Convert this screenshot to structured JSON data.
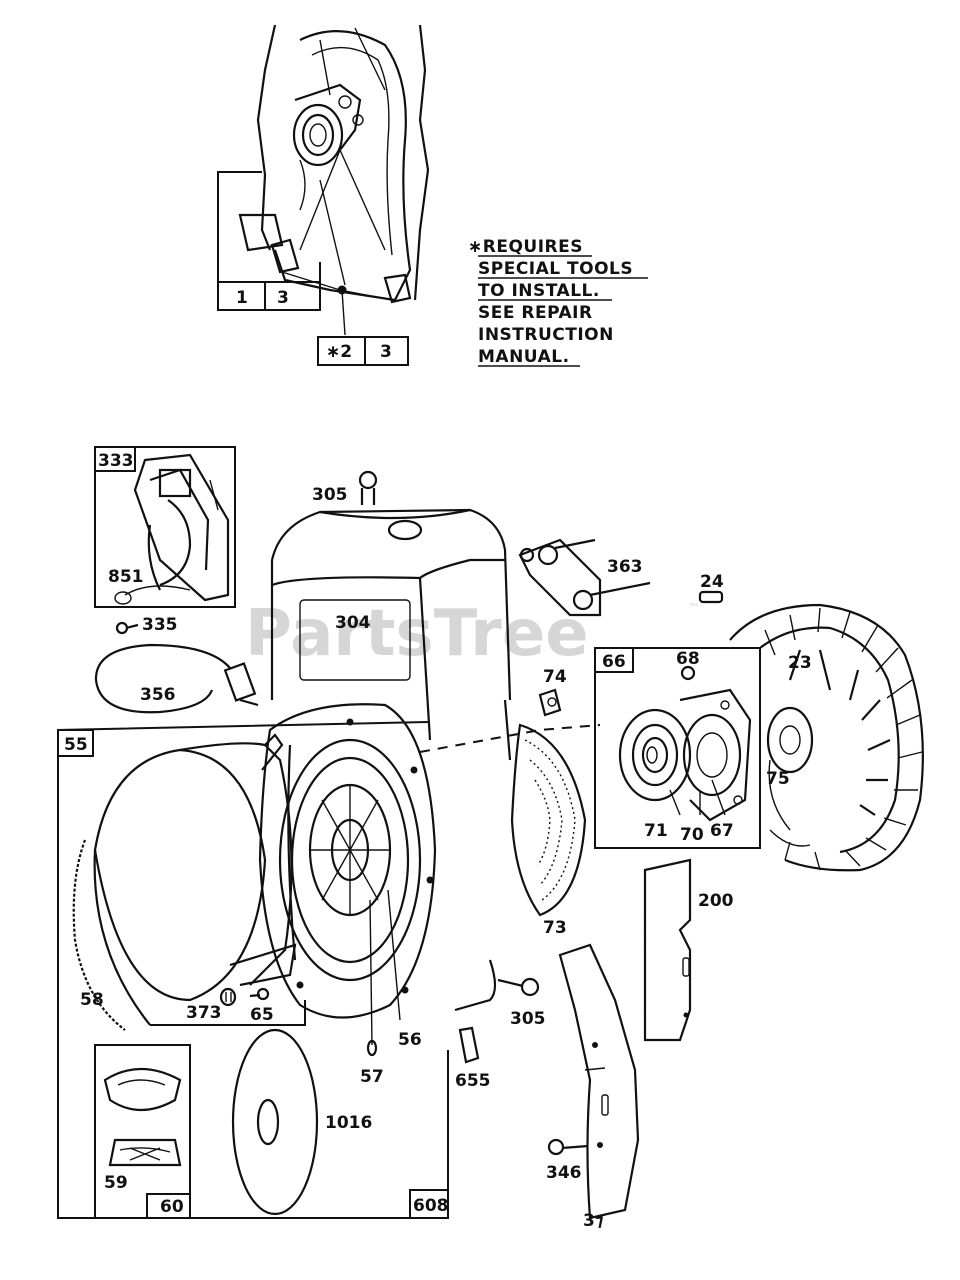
{
  "watermark": {
    "text": "PartsTree",
    "tm": "™"
  },
  "note": {
    "lines": [
      "∗REQUIRES",
      "SPECIAL TOOLS",
      "TO INSTALL.",
      "SEE REPAIR",
      "INSTRUCTION",
      "MANUAL."
    ]
  },
  "top_boxes": {
    "box1_left": "1",
    "box1_right": "3",
    "box2_left": "∗2",
    "box2_right": "3"
  },
  "callouts": {
    "p333": "333",
    "p851": "851",
    "p335": "335",
    "p356": "356",
    "p305_top": "305",
    "p304": "304",
    "p363": "363",
    "p24": "24",
    "p66": "66",
    "p68": "68",
    "p23": "23",
    "p74": "74",
    "p75": "75",
    "p71": "71",
    "p70": "70",
    "p67": "67",
    "p55": "55",
    "p73": "73",
    "p200": "200",
    "p58": "58",
    "p373": "373",
    "p65": "65",
    "p56": "56",
    "p57": "57",
    "p305_bot": "305",
    "p655": "655",
    "p1016": "1016",
    "p59": "59",
    "p60": "60",
    "p608": "608",
    "p346": "346",
    "p37": "3⁊"
  }
}
